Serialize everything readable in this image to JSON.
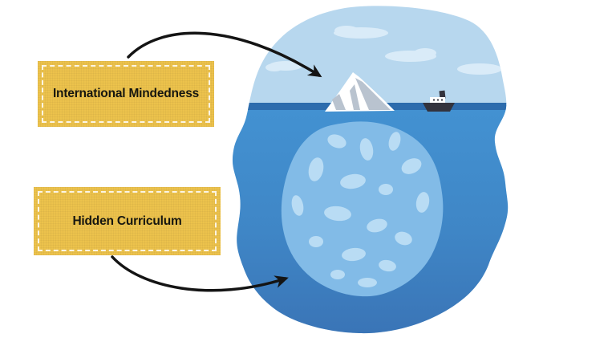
{
  "labels": [
    {
      "id": "international-mindedness",
      "text": "International Mindedness",
      "points_to": "iceberg tip above the waterline"
    },
    {
      "id": "hidden-curriculum",
      "text": "Hidden Curriculum",
      "points_to": "iceberg mass hidden underwater"
    }
  ],
  "arrows": [
    {
      "id": "arrow-to-tip",
      "from": "International Mindedness label",
      "to": "iceberg tip above water"
    },
    {
      "id": "arrow-to-underwater",
      "from": "Hidden Curriculum label",
      "to": "submerged iceberg mass"
    }
  ],
  "illustration": {
    "alt": "Iceberg floating in the sea: small white tip visible above the waterline, large pale-blue mass submerged below; a small ship sails on the waterline; clouds in the sky.",
    "elements": [
      "sky",
      "clouds",
      "sea",
      "waterline",
      "iceberg-tip-above-water",
      "iceberg-mass-underwater",
      "ship"
    ],
    "colors": {
      "background": "#ffffff",
      "sky": "#b7d7ee",
      "cloud": "#d9ebf8",
      "sea_top": "#4392d2",
      "sea_bottom": "#3a74b6",
      "waterline": "#2d6cad",
      "iceberg_above": "#ffffff",
      "iceberg_shade": "#b9c3cf",
      "iceberg_below": "#82bbe7",
      "iceberg_below_patch": "#b9dcf4",
      "ship": "#33333d",
      "arrow": "#141414",
      "label_bg": "#ecc24c",
      "label_dash": "#f7efd4",
      "label_text": "#16160f"
    }
  }
}
